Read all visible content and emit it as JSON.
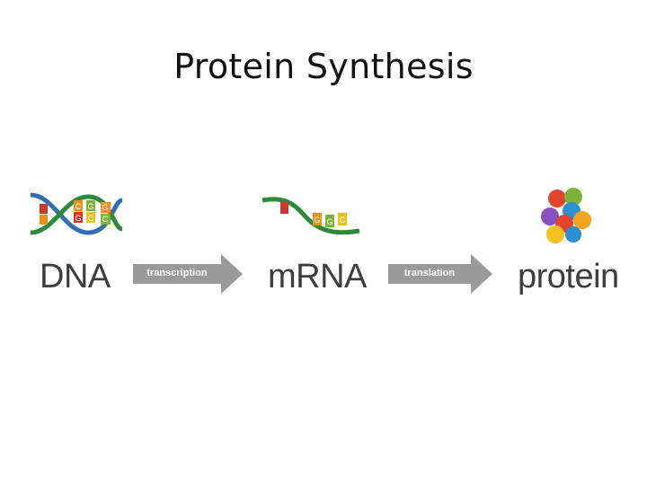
{
  "title": "Protein Synthesis",
  "steps": [
    {
      "label": "DNA",
      "icon": "dna-double-helix-icon"
    },
    {
      "label": "mRNA",
      "icon": "mrna-strand-icon"
    },
    {
      "label": "protein",
      "icon": "protein-molecule-icon"
    }
  ],
  "arrows": [
    {
      "label": "transcription"
    },
    {
      "label": "translation"
    }
  ],
  "colors": {
    "title_text": "#111111",
    "node_text": "#3d3d3d",
    "arrow_fill": "#9a9a9a",
    "helix_blue": "#2f6fb0",
    "helix_green": "#2c8a3a",
    "base_orange": "#e8931d",
    "base_red": "#c73a2c"
  }
}
